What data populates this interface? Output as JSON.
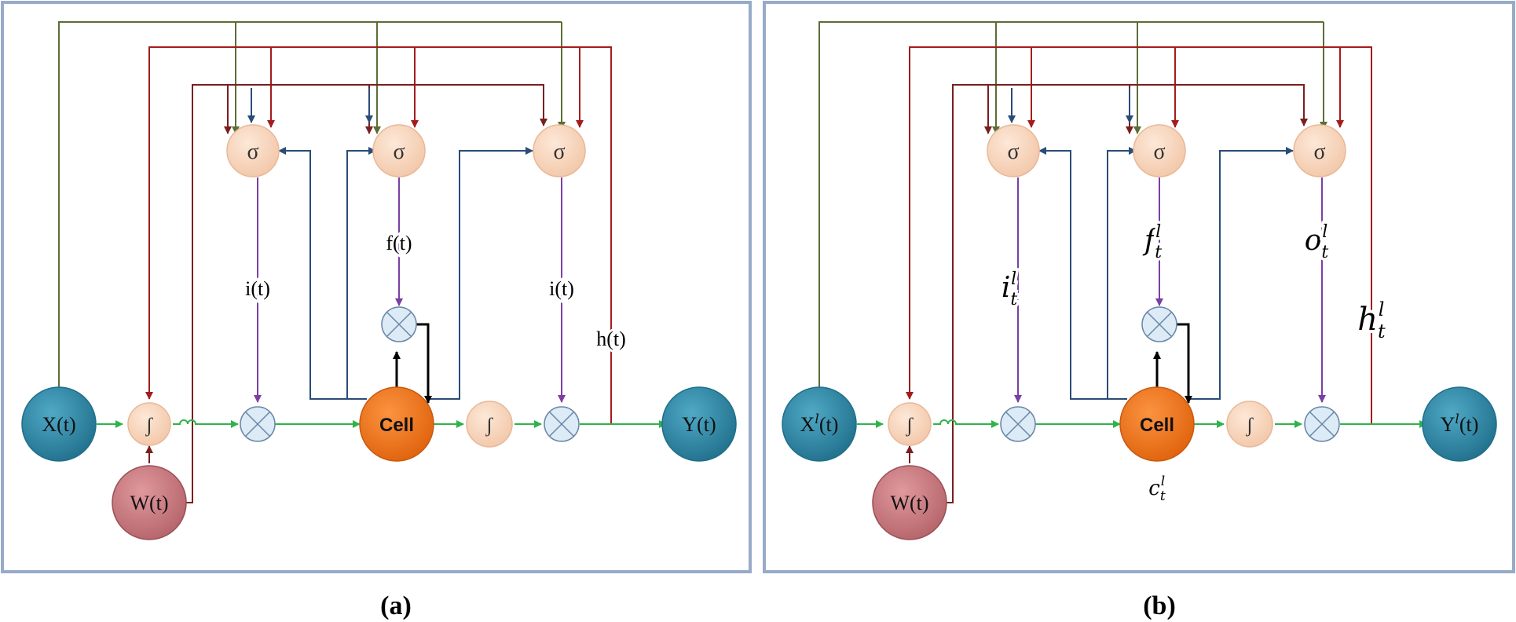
{
  "colors": {
    "frame": "#97abc9",
    "olive": "#5b6e35",
    "red": "#a31c1c",
    "darkred": "#7a1f1f",
    "blue": "#2a4c78",
    "purple": "#7a3fa3",
    "green": "#2fb34c",
    "black": "#000000",
    "teal": "#2f88a6",
    "orange": "#f37a1f",
    "gate": "#f8d9c2",
    "mult": "#dcebf5",
    "weight": "#cc7b80"
  },
  "panel_a": {
    "caption": "(a)",
    "sigma1": "σ",
    "sigma2": "σ",
    "sigma3": "σ",
    "input_gate": "i(t)",
    "forget_gate": "f(t)",
    "output_gate": "i(t)",
    "hidden": "h(t)",
    "input": "X(t)",
    "output": "Y(t)",
    "weight": "W(t)",
    "cell": "Cell",
    "act_in": "ʃ",
    "act_out": "ʃ"
  },
  "panel_b": {
    "caption": "(b)",
    "sigma1": "σ",
    "sigma2": "σ",
    "sigma3": "σ",
    "input_gate": "i",
    "forget_gate": "f",
    "output_gate": "o",
    "hidden": "h",
    "sup": "l",
    "sub": "t",
    "state": "c",
    "input_base": "X",
    "output_base": "Y",
    "io_arg": "(t)",
    "weight": "W(t)",
    "cell": "Cell",
    "act_in": "ʃ",
    "act_out": "ʃ"
  }
}
